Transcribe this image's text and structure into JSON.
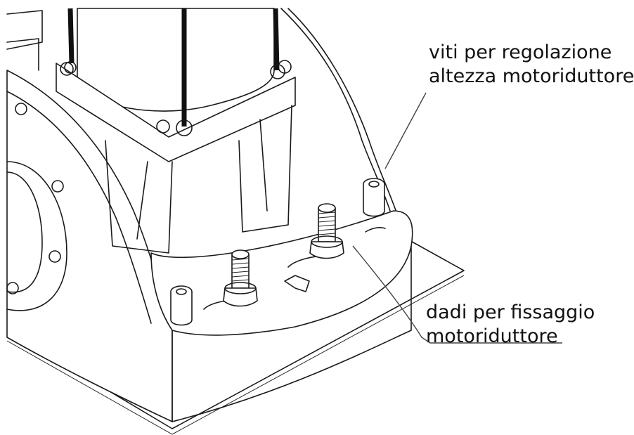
{
  "callouts": {
    "screws": {
      "line1": "viti per regolazione",
      "line2": "altezza motoriduttore"
    },
    "nuts": {
      "line1": "dadi per fissaggio",
      "line2": "motoriduttore"
    }
  }
}
